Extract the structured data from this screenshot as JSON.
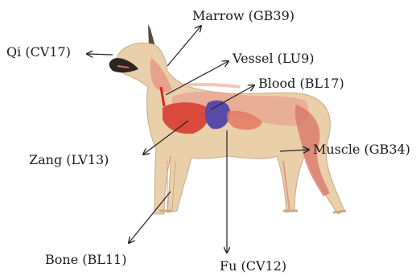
{
  "figure": {
    "labels": {
      "marrow": "Marrow (GB39)",
      "qi": "Qi (CV17)",
      "vessel": "Vessel (LU9)",
      "blood": "Blood (BL17)",
      "zang": "Zang (LV13)",
      "muscle": "Muscle (GB34)",
      "bone": "Bone (BL11)",
      "fu": "Fu (CV12)"
    }
  }
}
